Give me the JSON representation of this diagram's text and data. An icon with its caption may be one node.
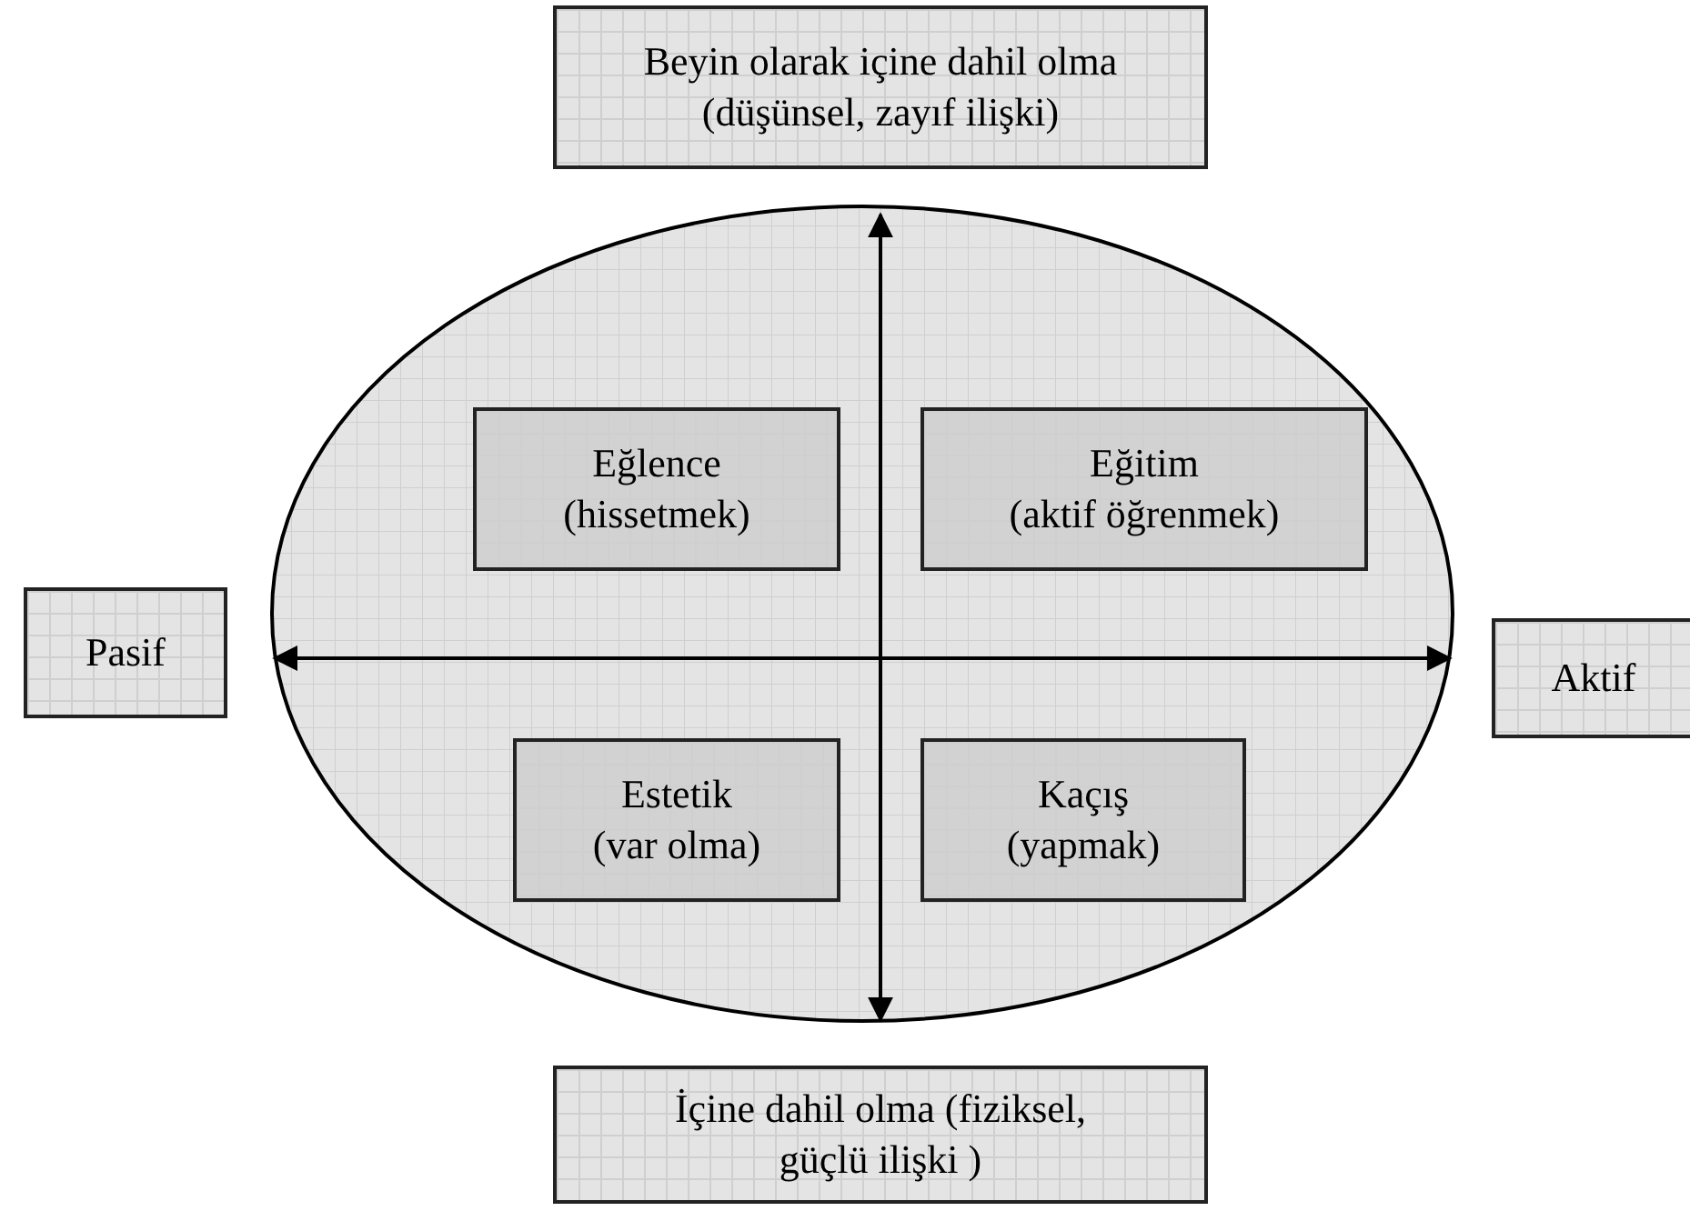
{
  "diagram": {
    "nodes": [
      {
        "text": [
          "Beyin olarak içine dahil olma (düşünsel, zayıf ilişki)"
        ]
      },
      {
        "text": [
          "Pasif"
        ]
      },
      {
        "text": [],
        "shape": "ellipse"
      },
      {
        "text": [
          "Eğlence",
          "(hissetmek)"
        ],
        "in": 2
      },
      {
        "text": [
          "Eğitim",
          "(aktif öğrenmek)"
        ],
        "in": 2
      },
      {
        "text": [
          "Estetik",
          "(var olma)"
        ],
        "in": 2
      },
      {
        "text": [
          "Kaçış",
          "(yapmak)"
        ],
        "in": 2
      },
      {
        "text": [
          "Aktif"
        ]
      },
      {
        "text": [
          "İçine dahil olma (fiziksel, güçlü ilişki )"
        ]
      }
    ]
  }
}
